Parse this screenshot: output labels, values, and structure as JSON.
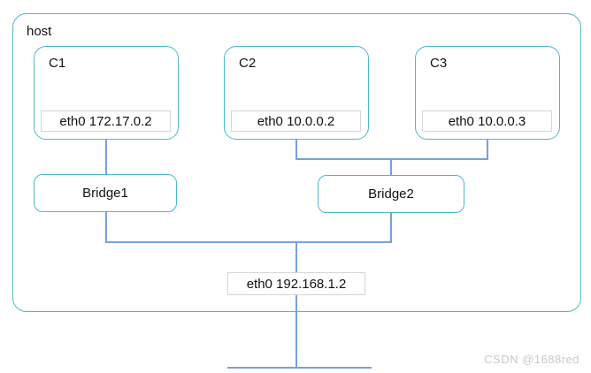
{
  "diagram": {
    "host_label": "host",
    "containers": [
      {
        "label": "C1",
        "eth": "eth0 172.17.0.2"
      },
      {
        "label": "C2",
        "eth": "eth0 10.0.0.2"
      },
      {
        "label": "C3",
        "eth": "eth0 10.0.0.3"
      }
    ],
    "bridges": [
      {
        "label": "Bridge1"
      },
      {
        "label": "Bridge2"
      }
    ],
    "host_eth": "eth0 192.168.1.2",
    "colors": {
      "node_border": "#4ab9c9",
      "edge_line": "#75a2dc",
      "eth_border": "#d5d5d5",
      "text": "#111111",
      "watermark": "#c9c9c9"
    }
  },
  "watermark": {
    "text": "CSDN @1688red"
  }
}
